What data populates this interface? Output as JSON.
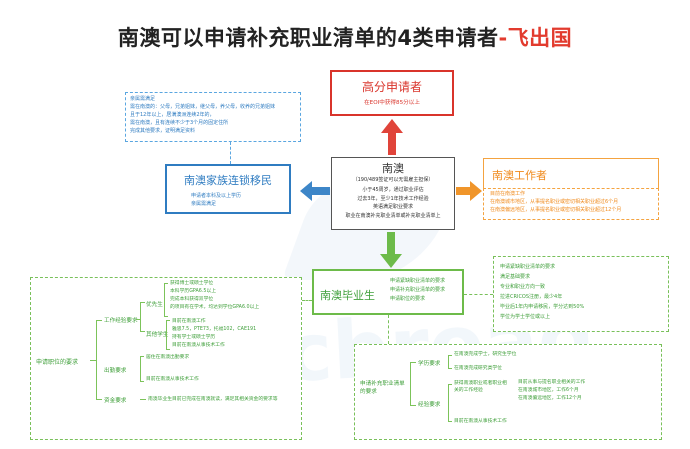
{
  "title": {
    "main": "南澳可以申请补充职业清单的4类申请者",
    "accent": "-飞出国"
  },
  "watermark": "fcbroad",
  "high_score": {
    "title": "高分申请者",
    "desc": "在EOI中获得85分以上"
  },
  "center": {
    "title": "南澳",
    "subtitle": "（190/489签证可以无需雇主担保）",
    "lines": [
      "小于45周岁，通过职业评估",
      "过去3年，至少1年技术工作经验",
      "英语满足职业要求",
      "职业在南澳补充职业清单或补充职业清单上"
    ]
  },
  "family": {
    "title": "南澳家族连锁移民",
    "lines": [
      "申请者本科及以上学历",
      "亲属需满足"
    ],
    "detail": {
      "header": "亲属需满足",
      "lines": [
        "需在南澳的：父母，兄弟姐妹，继父母，养父母，收养的兄弟姐妹",
        "且于12年以上，居满澳洲连续2年的，",
        "需在南澳，且有连续不少于3个月的固定住所",
        "完成其他要求，证明满足资料"
      ]
    }
  },
  "worker": {
    "title": "南澳工作者",
    "lines": [
      "目前在南澳工作",
      "在南澳城市地区，从事提名职业或密切相关职业超过6个月",
      "在南澳偏远地区，从事提名职业或密切相关职业超过12个月"
    ]
  },
  "graduate": {
    "title": "南澳毕业生",
    "lines": [
      "申请紧缺职业清单的要求",
      "申请补充职业清单的要求",
      "申请职位的要求"
    ],
    "shortage": {
      "header": "申请紧缺职业清单的要求",
      "lines": [
        "满足基础要求",
        "专业和职业方向一致",
        "拉进CRICOS注册，最少4年",
        "毕业后1年内申请移民，学分达到50%",
        "学位为学士学位或以上"
      ]
    }
  },
  "job_req": {
    "root": "申请职位的要求",
    "work_exp": {
      "label": "工作经验要求",
      "priority": {
        "label": "优先生",
        "items": [
          "获得博士或硕士学位",
          "本科学历GPA6.5以上",
          "完成本科获得双学位",
          "的项目有在学术，均达到学位GPA6.0以上"
        ]
      },
      "other": {
        "label": "其他学生",
        "items": [
          "目前在南澳工作",
          "雅思7.5，PTE73，托福102，CAE191",
          "持有学士或硕士学历",
          "目前在南澳从事技术工作"
        ]
      }
    },
    "attendance": {
      "label": "出勤要求",
      "lines": [
        "居住在南澳出勤要求",
        "目前在南澳从事技术工作"
      ]
    },
    "resources": {
      "label": "资金要求",
      "lines": [
        "南澳毕业生目前已完成在南澳就读，满足其相关资金的要求等"
      ]
    }
  },
  "supplement": {
    "root": "申请补充职业清单的要求",
    "academic": {
      "label": "学历要求",
      "lines": [
        "在南澳完成学士，研究生学位",
        "在南澳完成研究类学位"
      ]
    },
    "experience": {
      "label": "经验要求",
      "lines": [
        "获得南澳职业或者职业相关的工作经验",
        "目前从事与提名职业相关的工作",
        "在南澳城市地区，工作6个月",
        "在南澳偏远地区，工作12个月",
        "目前在南澳从事技术工作"
      ]
    }
  },
  "colors": {
    "blue": "#2f7cc1",
    "red": "#d9342b",
    "orange": "#f08a1c",
    "green": "#3f9f3a"
  }
}
